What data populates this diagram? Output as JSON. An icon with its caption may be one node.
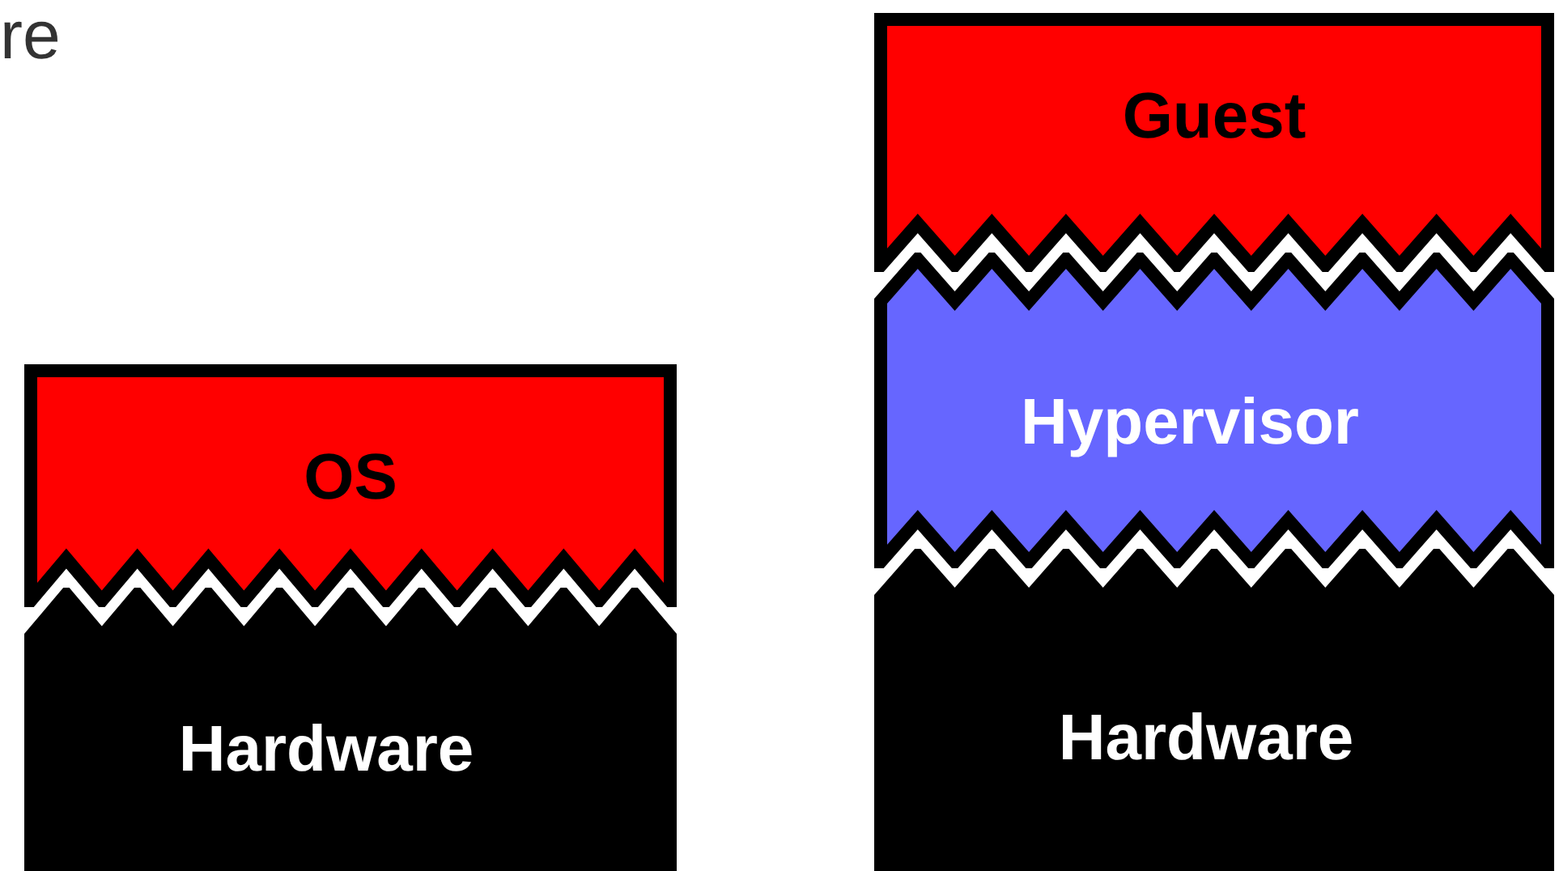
{
  "diagram": {
    "nodes": [
      {
        "text": [
          "OS"
        ]
      },
      {
        "text": [
          "Hardware"
        ]
      },
      {
        "text": [
          "Guest"
        ]
      },
      {
        "text": [
          "Hypervisor"
        ]
      },
      {
        "text": [
          "Hardware"
        ]
      }
    ],
    "labels": [
      "re"
    ]
  }
}
